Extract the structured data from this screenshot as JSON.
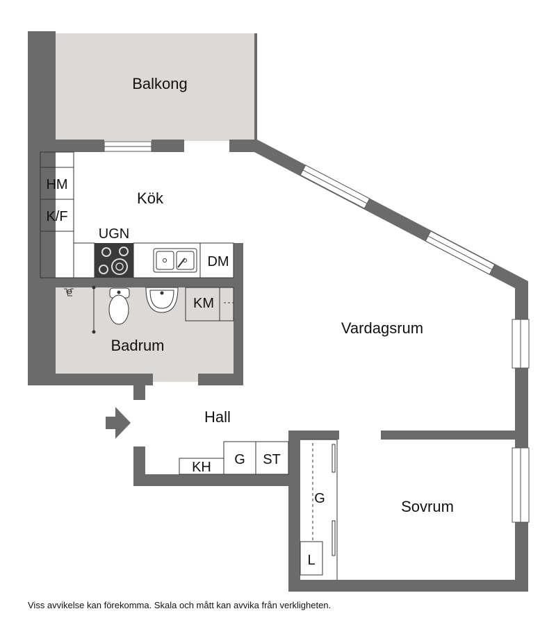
{
  "colors": {
    "wall": "#6b6b6b",
    "wet_room": "#dcd9d6",
    "background": "#ffffff",
    "stove": "#3a3a3a",
    "window_fill": "#ffffff"
  },
  "rooms": {
    "balkong": "Balkong",
    "kok": "Kök",
    "vardagsrum": "Vardagsrum",
    "badrum": "Badrum",
    "hall": "Hall",
    "sovrum": "Sovrum"
  },
  "fixtures": {
    "hm": "HM",
    "kf": "K/F",
    "ugn": "UGN",
    "dm": "DM",
    "km": "KM",
    "kh": "KH",
    "g_hall": "G",
    "st": "ST",
    "g_sovrum": "G",
    "l": "L"
  },
  "icons": [
    "entrance-arrow-icon",
    "stove-icon",
    "sink-icon",
    "toilet-icon",
    "washbasin-icon",
    "shower-icon"
  ],
  "footer": {
    "disclaimer": "Viss avvikelse kan förekomma. Skala och mått kan avvika från verkligheten."
  }
}
